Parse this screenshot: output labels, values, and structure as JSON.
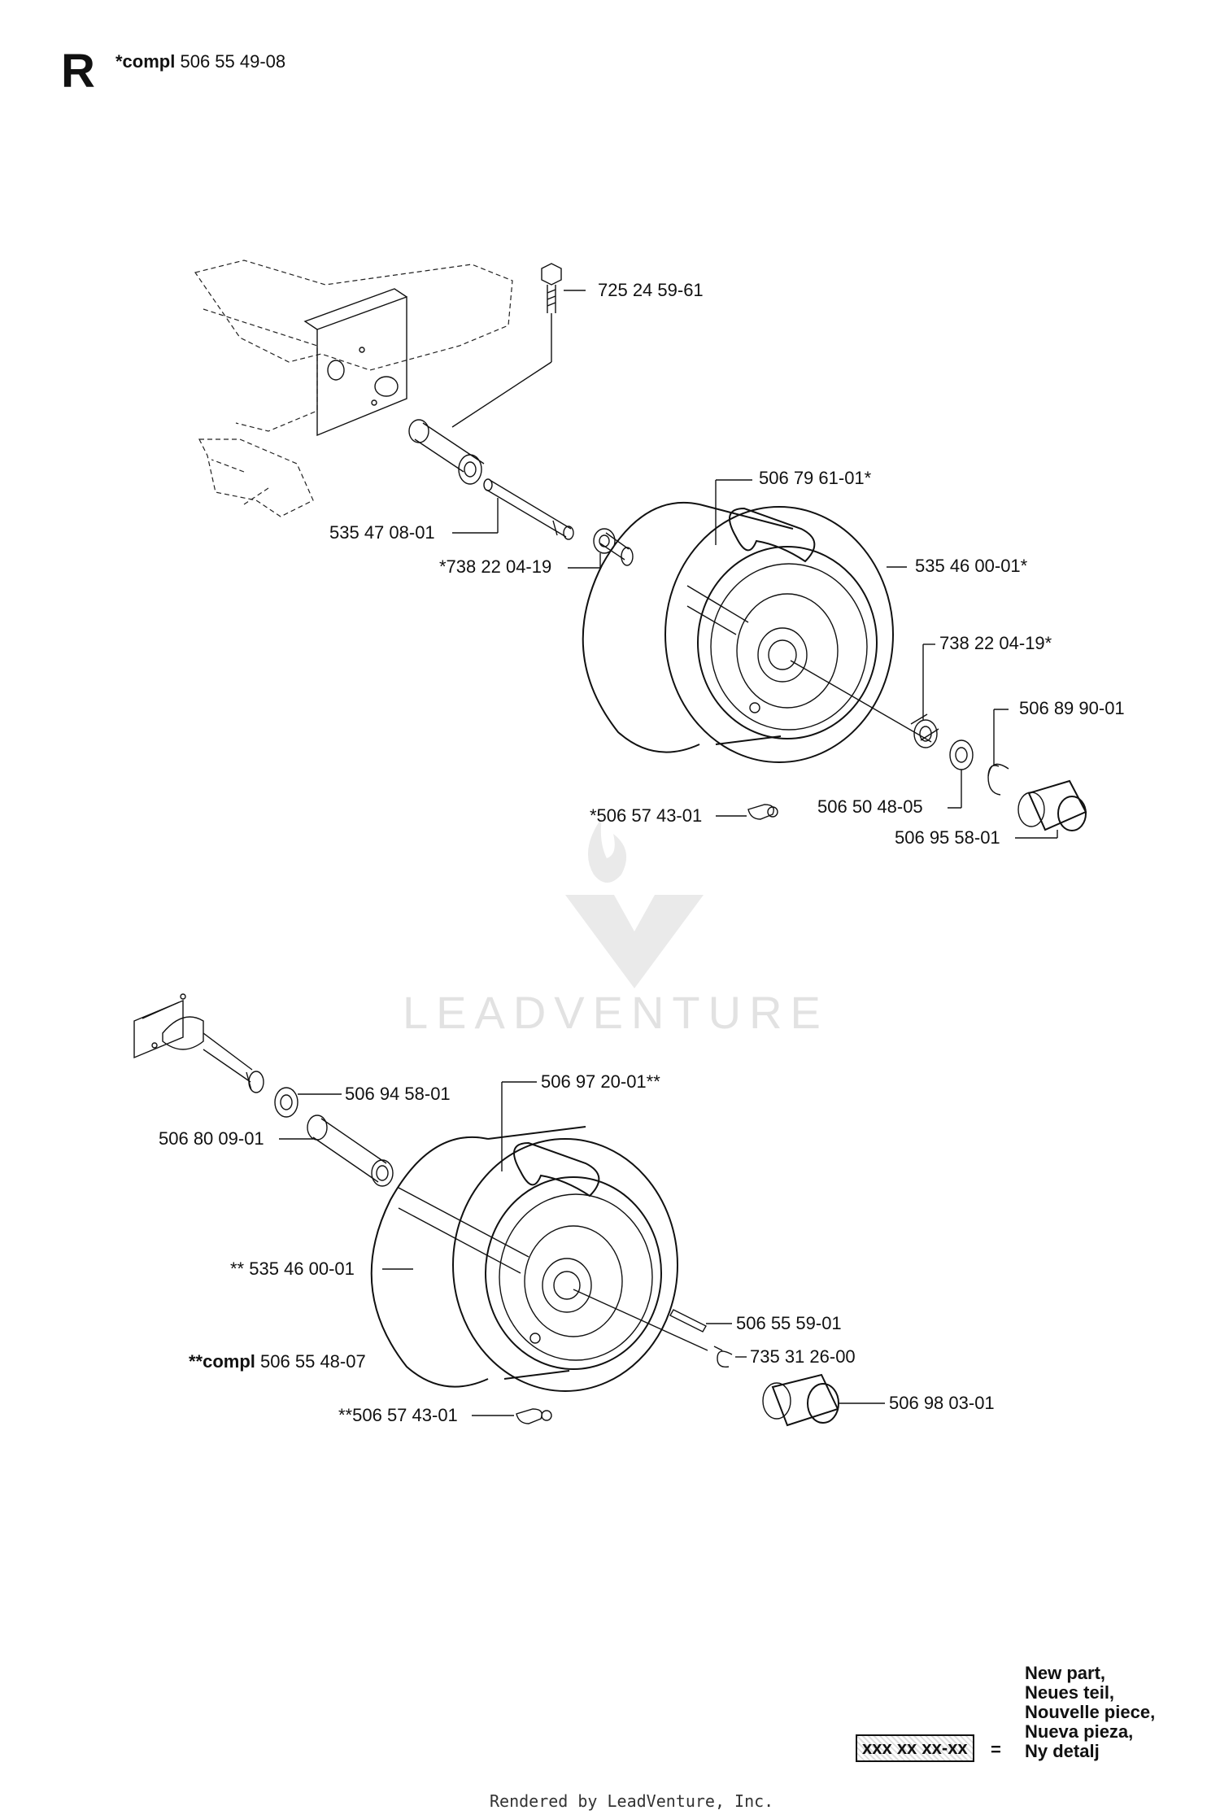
{
  "header": {
    "section_letter": "R",
    "compl_prefix": "*compl",
    "compl_number": "506 55 49-08"
  },
  "parts_top": {
    "bolt": "725 24 59-61",
    "axle_pin": "535 47 08-01",
    "bearing_inner": "*738 22 04-19",
    "tire": "506 79 61-01*",
    "wheel": "535 46 00-01*",
    "bearing_outer": "738 22 04-19*",
    "snap_ring": "506 89 90-01",
    "washer": "506 50 48-05",
    "cap": "506 95 58-01",
    "valve": "*506 57 43-01"
  },
  "parts_bottom": {
    "washer": "506 94 58-01",
    "spacer": "506 80 09-01",
    "tire": "506 97 20-01**",
    "wheel": "** 535 46 00-01",
    "key": "506 55 59-01",
    "clip": "735 31 26-00",
    "compl_prefix": "**compl",
    "compl_number": "506 55 48-07",
    "cap": "506 98 03-01",
    "valve": "**506 57 43-01"
  },
  "watermark": {
    "brand": "LEADVENTURE"
  },
  "legend": {
    "sample": "xxx xx xx-xx",
    "equals": "=",
    "lines": [
      "New part,",
      "Neues teil,",
      "Nouvelle piece,",
      "Nueva pieza,",
      "Ny detalj"
    ]
  },
  "footer": {
    "rendered_by": "Rendered by LeadVenture, Inc."
  }
}
